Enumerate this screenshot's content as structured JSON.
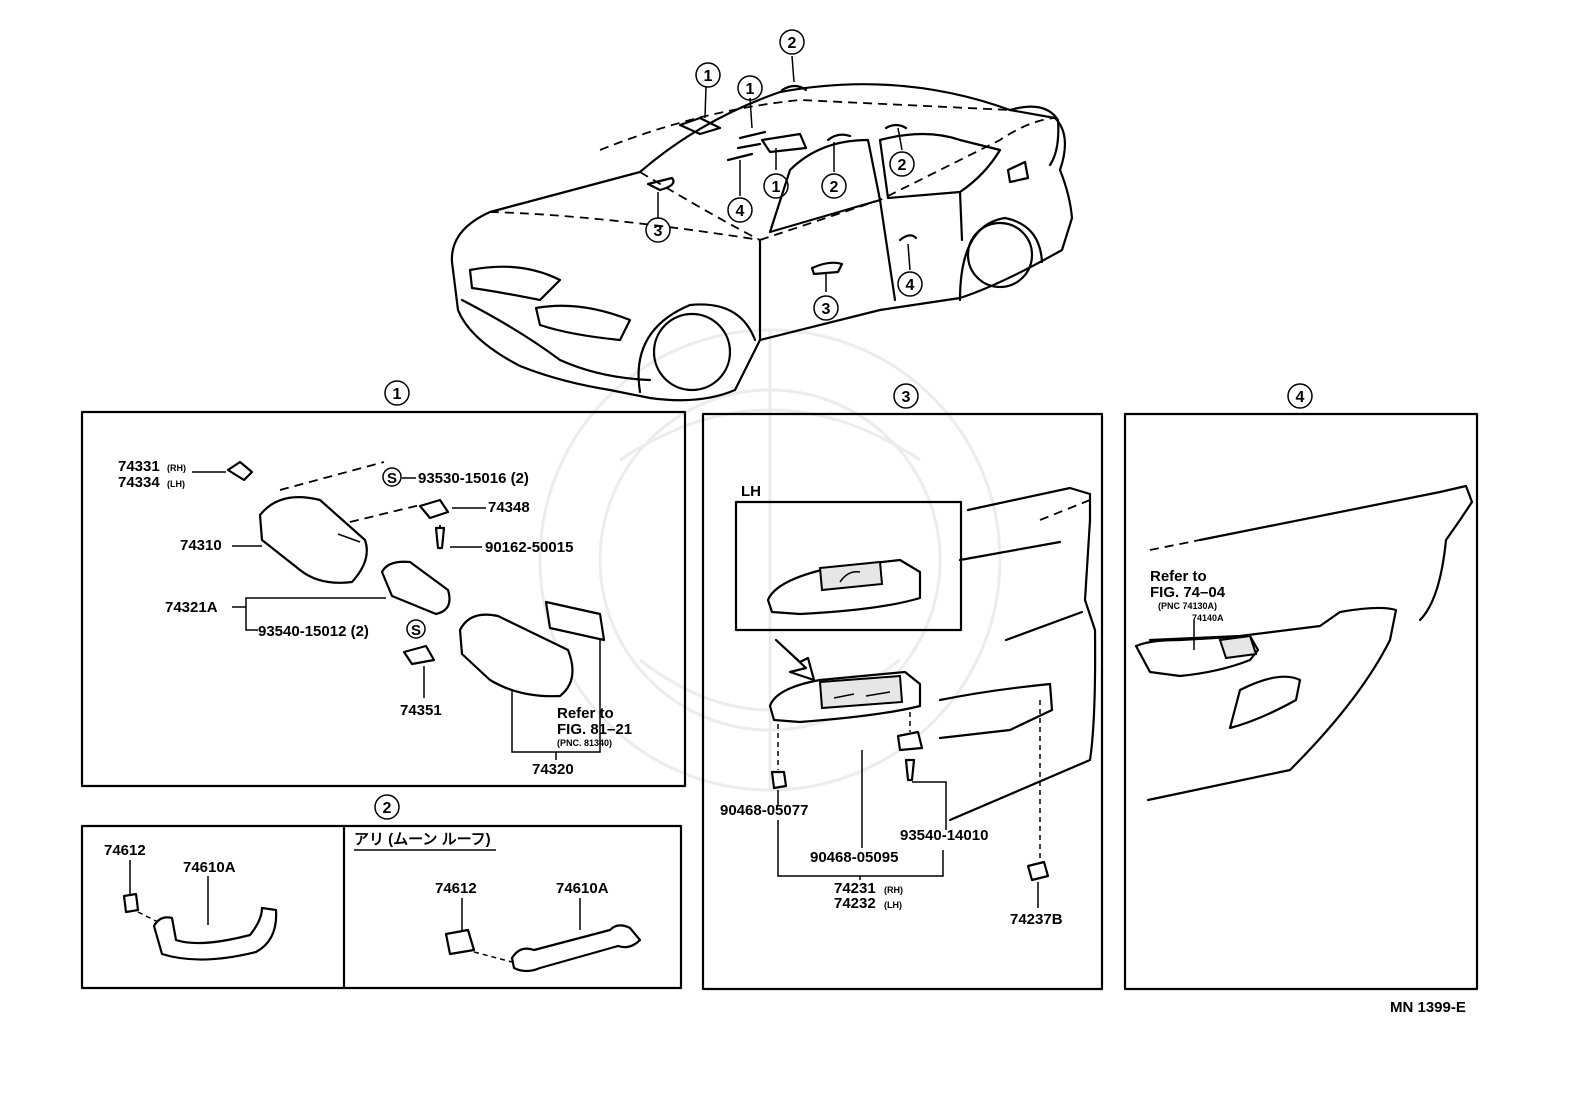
{
  "footer_code": "MN 1399-E",
  "car_callouts": {
    "c1a": "1",
    "c1b": "1",
    "c1c": "1",
    "c2a": "2",
    "c2b": "2",
    "c2c": "2",
    "c3a": "3",
    "c3b": "3",
    "c4a": "4",
    "c4b": "4"
  },
  "panel1": {
    "number": "1",
    "labels": {
      "p74331": "74331",
      "p74331_suffix": "(RH)",
      "p74334": "74334",
      "p74334_suffix": "(LH)",
      "p93530": "93530-15016 (2)",
      "p74348": "74348",
      "p74310": "74310",
      "p90162": "90162-50015",
      "p74321A": "74321A",
      "p93540": "93540-15012 (2)",
      "p74351": "74351",
      "refer1": "Refer to",
      "refer2": "FIG. 81–21",
      "refer3": "(PNC. 81340)",
      "p74320": "74320",
      "s_mark": "S"
    }
  },
  "panel2": {
    "number": "2",
    "left": {
      "p74612": "74612",
      "p74610A": "74610A"
    },
    "right": {
      "header": "アリ (ムーン ルーフ)",
      "p74612": "74612",
      "p74610A": "74610A"
    }
  },
  "panel3": {
    "number": "3",
    "inset_label": "LH",
    "labels": {
      "p90468a": "90468-05077",
      "p93540": "93540-14010",
      "p90468b": "90468-05095",
      "p74231": "74231",
      "p74231_suffix": "(RH)",
      "p74232": "74232",
      "p74232_suffix": "(LH)",
      "p74237B": "74237B"
    }
  },
  "panel4": {
    "number": "4",
    "refer1": "Refer to",
    "refer2": "FIG. 74–04",
    "refer3": "(PNC 74130A)",
    "refer4": "74140A"
  }
}
